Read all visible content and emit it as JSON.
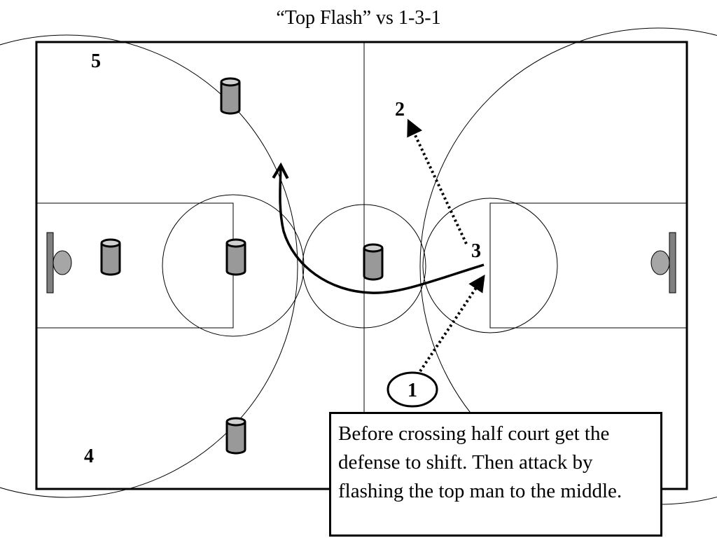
{
  "slide": {
    "title": "“Top Flash” vs 1-3-1"
  },
  "players": {
    "p1": "1",
    "p2": "2",
    "p3": "3",
    "p4": "4",
    "p5": "5"
  },
  "callout": {
    "text": "Before crossing half court get the defense to shift.  Then attack by flashing the top man to the middle."
  },
  "colors": {
    "court_line": "#000000",
    "cone_fill": "#999999",
    "backboard": "#7f7f7f",
    "rim": "#a6a6a6"
  },
  "icons": {
    "defender": "cylinder-cone-icon",
    "offense_player": "number-label"
  }
}
